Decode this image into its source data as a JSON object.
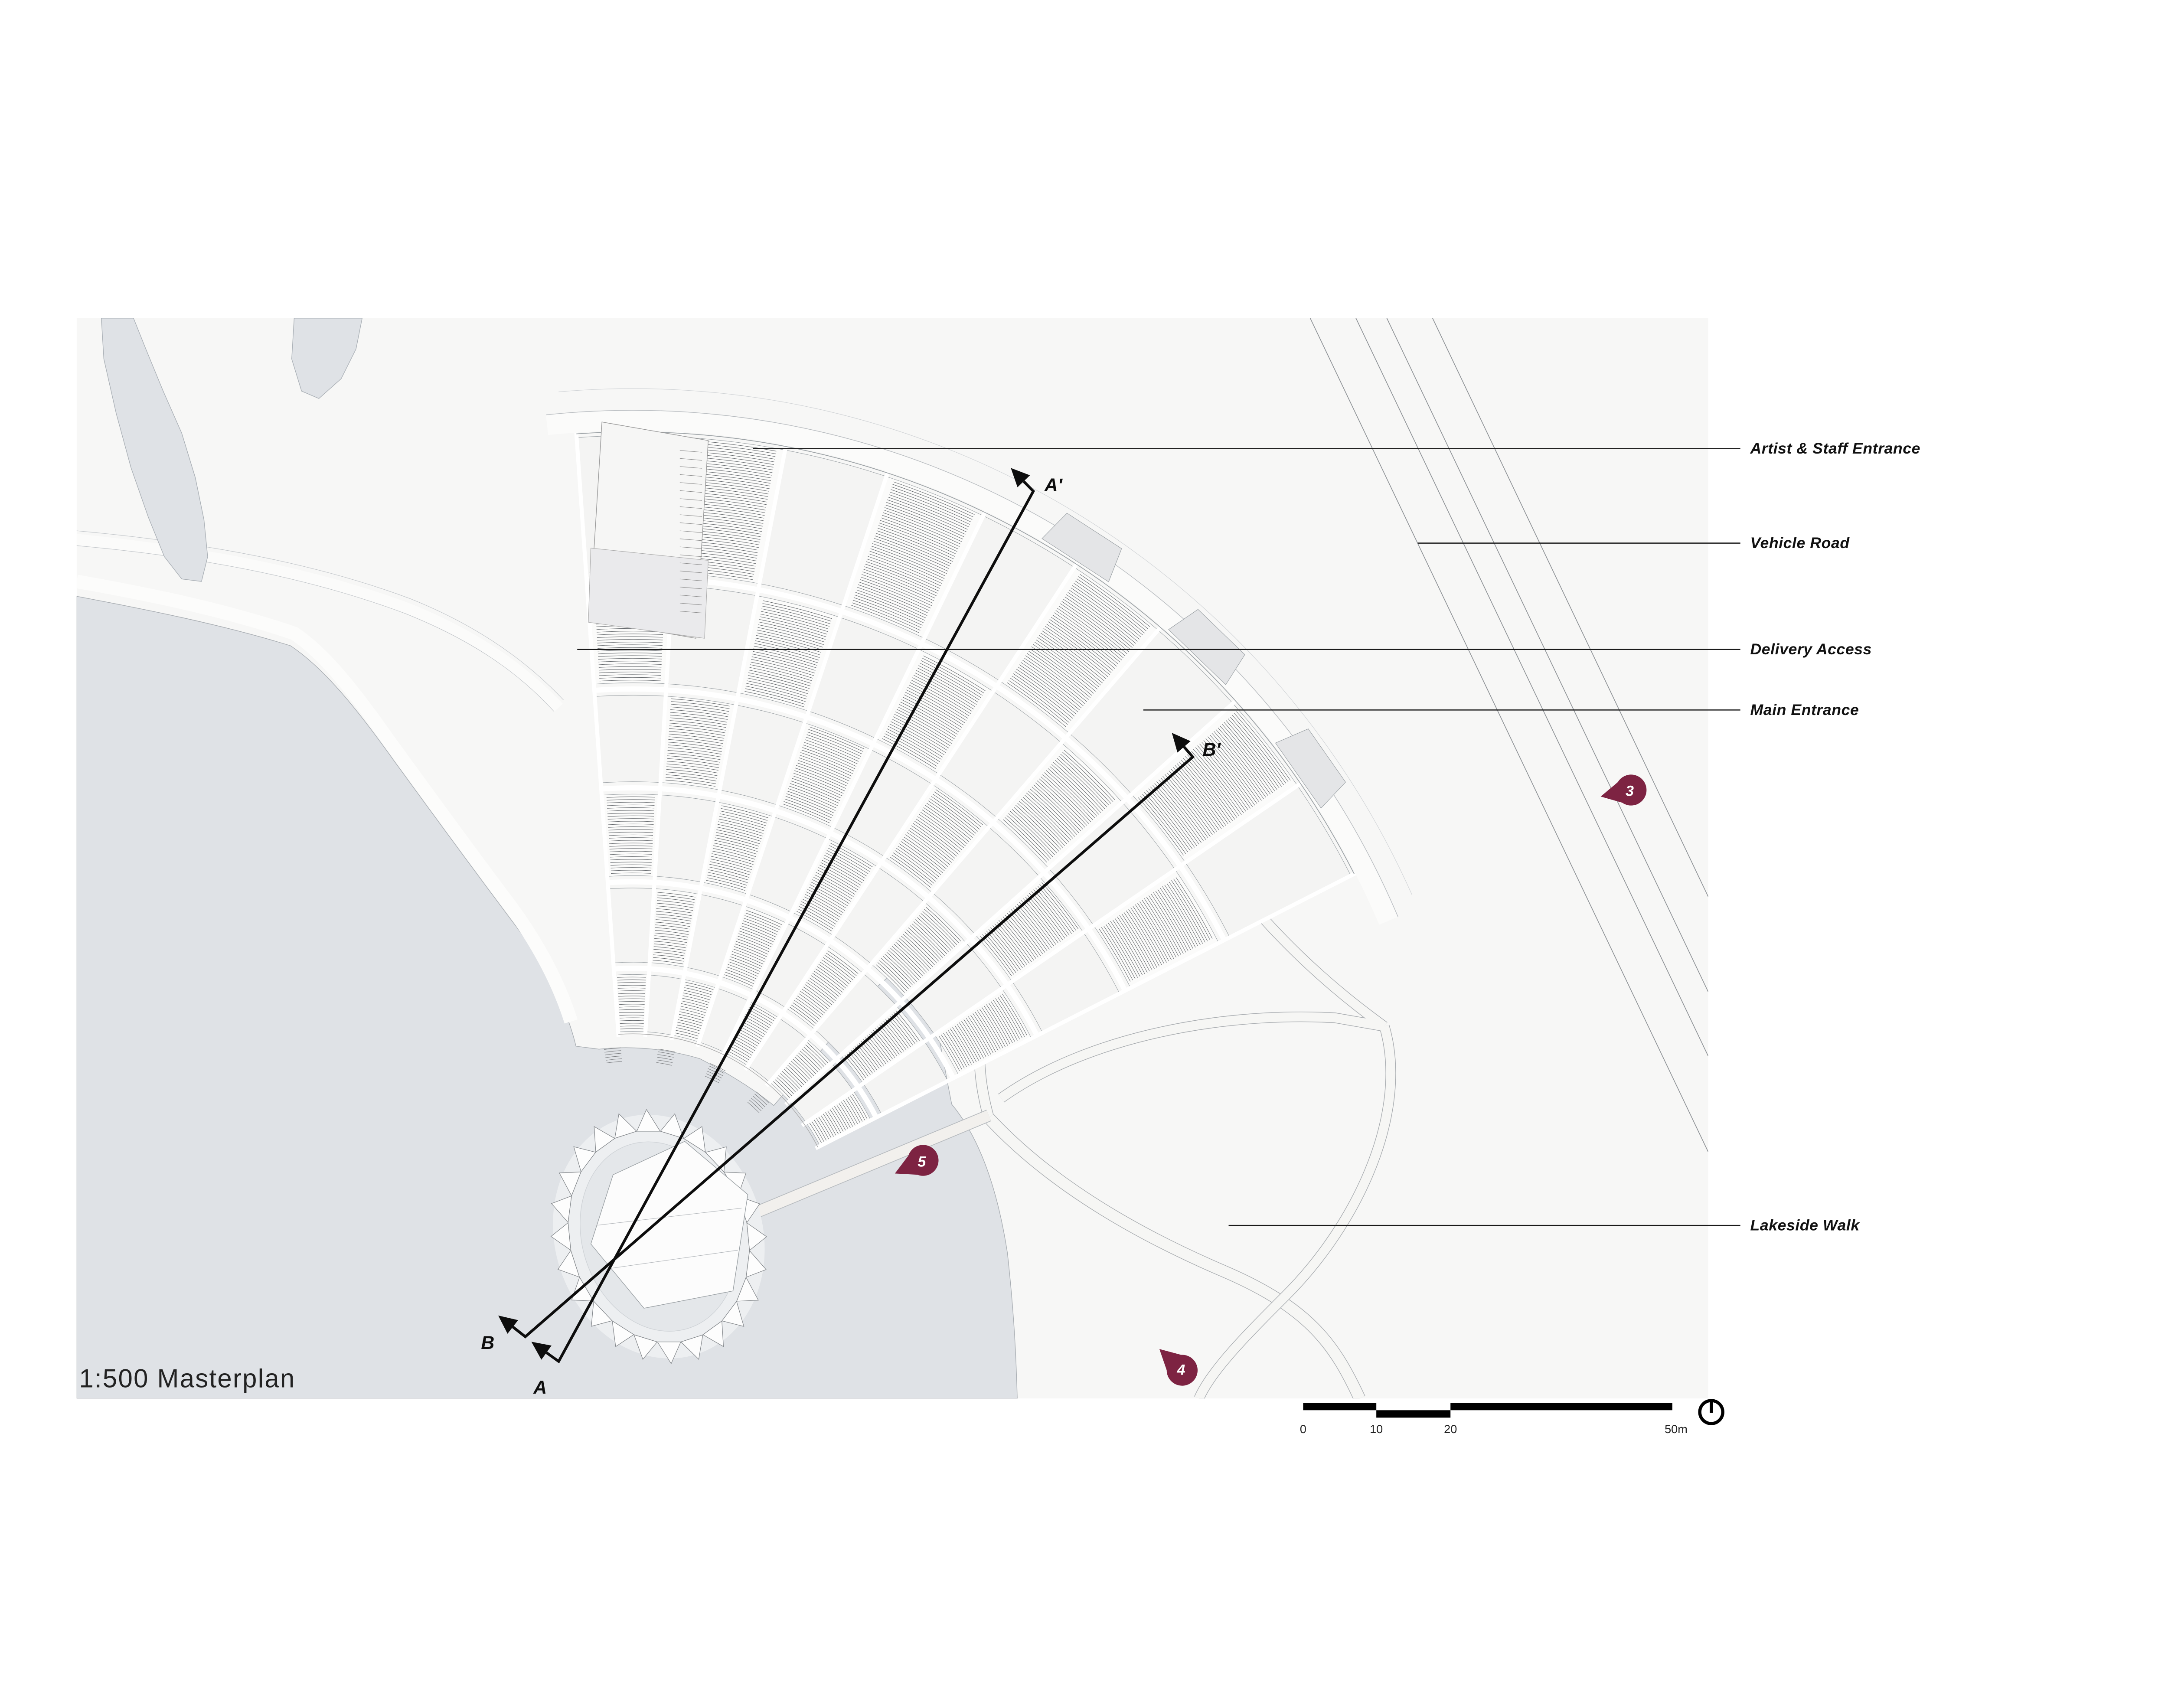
{
  "title": "1:500  Masterplan",
  "annotations": [
    {
      "label": "Artist & Staff Entrance"
    },
    {
      "label": "Vehicle Road"
    },
    {
      "label": "Delivery Access"
    },
    {
      "label": "Main Entrance"
    },
    {
      "label": "Lakeside Walk"
    }
  ],
  "sections": {
    "a": "A",
    "a_prime": "A'",
    "b": "B",
    "b_prime": "B'"
  },
  "markers": [
    {
      "number": "3"
    },
    {
      "number": "4"
    },
    {
      "number": "5"
    }
  ],
  "scale_bar": {
    "ticks": [
      "0",
      "10",
      "20",
      "50m"
    ]
  },
  "north_arrow_icon": "compass-north-icon",
  "colors": {
    "marker_fill": "#7d2342",
    "water": "#dfe2e6",
    "ink": "#111111",
    "sheet": "#f7f7f6"
  }
}
